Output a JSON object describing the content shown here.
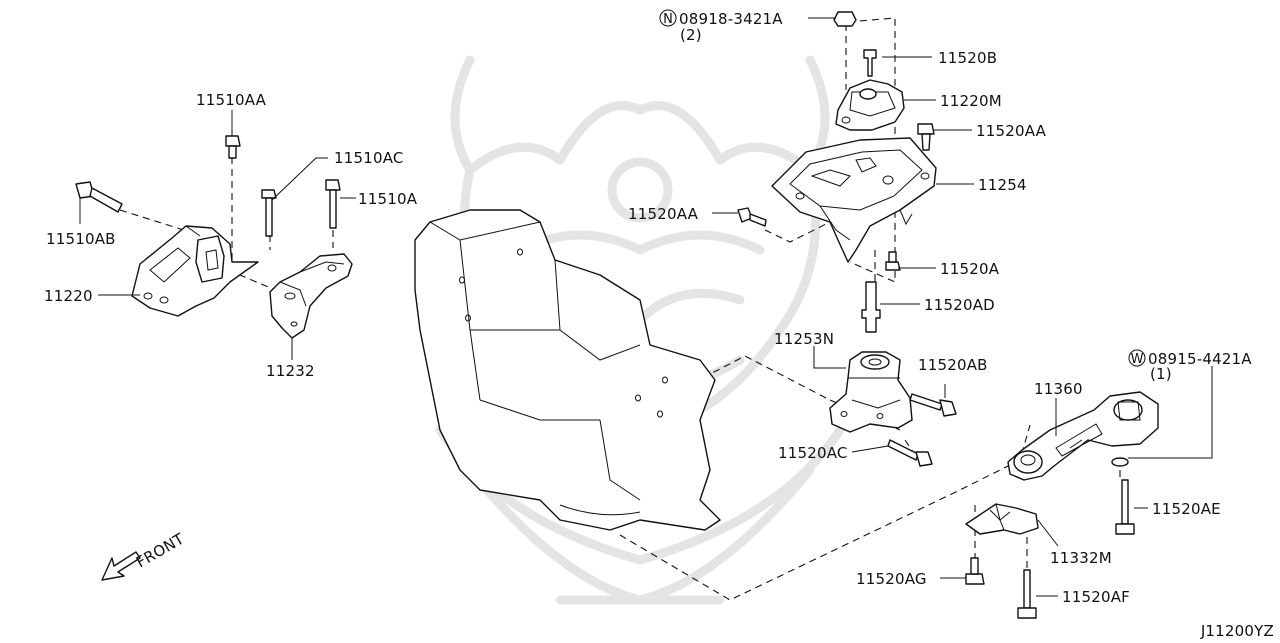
{
  "diagram": {
    "code": "J11200YZ",
    "direction_label": "FRONT",
    "parts": {
      "n_08918_3421A": {
        "symbol": "N",
        "number": "08918-3421A",
        "qty": "(2)"
      },
      "p11520B": "11520B",
      "p11220M": "11220M",
      "p11520AA_top": "11520AA",
      "p11254": "11254",
      "p11520AA_mid": "11520AA",
      "p11520A_right": "11520A",
      "p11520AD": "11520AD",
      "p11253N": "11253N",
      "p11520AB": "11520AB",
      "p11520AC": "11520AC",
      "w_08915_4421A": {
        "symbol": "W",
        "number": "08915-4421A",
        "qty": "(1)"
      },
      "p11360": "11360",
      "p11520AE": "11520AE",
      "p11332M": "11332M",
      "p11520AG": "11520AG",
      "p11520AF": "11520AF",
      "p11510AA": "11510AA",
      "p11510AC": "11510AC",
      "p11510A": "11510A",
      "p11510AB": "11510AB",
      "p11220": "11220",
      "p11232": "11232"
    }
  }
}
